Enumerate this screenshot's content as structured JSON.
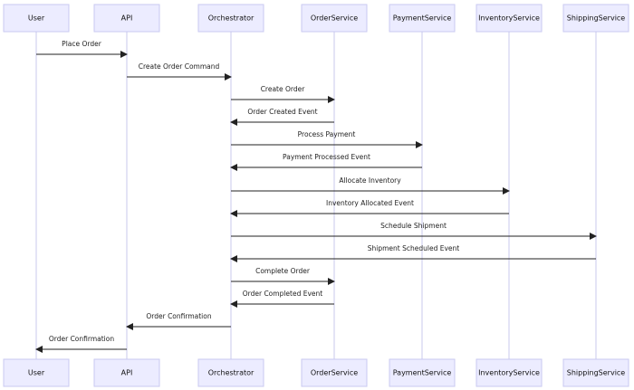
{
  "participants": [
    {
      "id": "user",
      "name": "User"
    },
    {
      "id": "api",
      "name": "API"
    },
    {
      "id": "orchestrator",
      "name": "Orchestrator"
    },
    {
      "id": "order",
      "name": "OrderService"
    },
    {
      "id": "payment",
      "name": "PaymentService"
    },
    {
      "id": "inventory",
      "name": "InventoryService"
    },
    {
      "id": "shipping",
      "name": "ShippingService"
    }
  ],
  "messages": [
    {
      "from": "user",
      "to": "api",
      "label": "Place Order"
    },
    {
      "from": "api",
      "to": "orchestrator",
      "label": "Create Order Command"
    },
    {
      "from": "orchestrator",
      "to": "order",
      "label": "Create Order"
    },
    {
      "from": "order",
      "to": "orchestrator",
      "label": "Order Created Event"
    },
    {
      "from": "orchestrator",
      "to": "payment",
      "label": "Process Payment"
    },
    {
      "from": "payment",
      "to": "orchestrator",
      "label": "Payment Processed Event"
    },
    {
      "from": "orchestrator",
      "to": "inventory",
      "label": "Allocate Inventory"
    },
    {
      "from": "inventory",
      "to": "orchestrator",
      "label": "Inventory Allocated Event"
    },
    {
      "from": "orchestrator",
      "to": "shipping",
      "label": "Schedule Shipment"
    },
    {
      "from": "shipping",
      "to": "orchestrator",
      "label": "Shipment Scheduled Event"
    },
    {
      "from": "orchestrator",
      "to": "order",
      "label": "Complete Order"
    },
    {
      "from": "order",
      "to": "orchestrator",
      "label": "Order Completed Event"
    },
    {
      "from": "orchestrator",
      "to": "api",
      "label": "Order Confirmation"
    },
    {
      "from": "api",
      "to": "user",
      "label": "Order Confirmation"
    }
  ],
  "colors": {
    "actor_fill": "#ececff",
    "actor_stroke": "#c9c9f0",
    "lifeline": "#c8c8ec",
    "arrow": "#222222"
  }
}
